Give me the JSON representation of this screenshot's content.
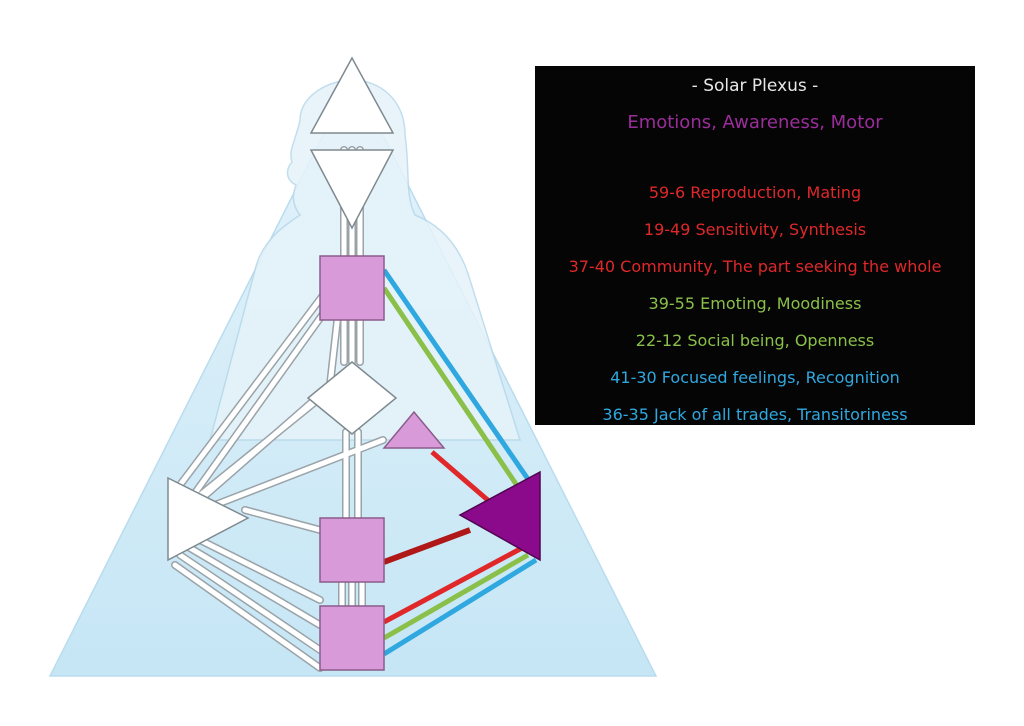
{
  "legend": {
    "title": "- Solar Plexus -",
    "subtitle": "Emotions, Awareness, Motor",
    "channels": [
      {
        "text": "59-6 Reproduction, Mating",
        "color": "#e0282a"
      },
      {
        "text": "19-49 Sensitivity, Synthesis",
        "color": "#e0282a"
      },
      {
        "text": "37-40 Community, The part seeking the whole",
        "color": "#e0282a"
      },
      {
        "text": "39-55 Emoting, Moodiness",
        "color": "#8ac04a"
      },
      {
        "text": "22-12 Social being, Openness",
        "color": "#8ac04a"
      },
      {
        "text": "41-30 Focused feelings, Recognition",
        "color": "#2fa8e0"
      },
      {
        "text": "36-35 Jack of all trades, Transitoriness",
        "color": "#2fa8e0"
      }
    ]
  },
  "colors": {
    "subtitle": "#9b2d9b",
    "red_channel": "#e0282a",
    "dark_red_channel": "#b01818",
    "green_channel": "#8ac04a",
    "blue_channel": "#2fa8e0",
    "defined_center": "#d89ad8",
    "solar_plexus": "#8b0a8b",
    "undefined_center": "#ffffff",
    "background_triangle": "#cfe9f6",
    "channel_outline": "#9aa3a8"
  }
}
